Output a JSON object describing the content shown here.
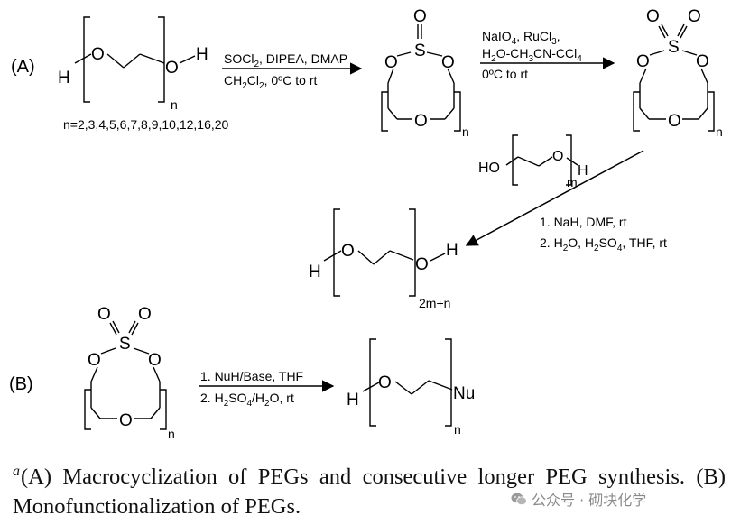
{
  "labels": {
    "partA": "(A)",
    "partB": "(B)"
  },
  "molecules": {
    "peg": {
      "H_left": "H",
      "O_left": "O",
      "O_right": "O",
      "H_right": "H",
      "sub": "n",
      "n_values": "n=2,3,4,5,6,7,8,9,10,12,16,20"
    },
    "sulfite": {
      "S": "S",
      "O_top": "O",
      "O_left": "O",
      "O_right": "O",
      "O_bottom": "O",
      "sub": "n"
    },
    "sulfate": {
      "S": "S",
      "O_1": "O",
      "O_2": "O",
      "O_left": "O",
      "O_right": "O",
      "O_bottom": "O",
      "sub": "n"
    },
    "peg_m": {
      "HO": "HO",
      "O": "O",
      "H": "H",
      "sub": "m"
    },
    "peg_long": {
      "H_left": "H",
      "O_left": "O",
      "O_right": "O",
      "H_right": "H",
      "sub": "2m+n"
    },
    "sulfate_b": {
      "S": "S",
      "O_1": "O",
      "O_2": "O",
      "O_left": "O",
      "O_right": "O",
      "O_bottom": "O",
      "sub": "n"
    },
    "product_b": {
      "H": "H",
      "O": "O",
      "Nu": "Nu",
      "sub": "n"
    }
  },
  "reagents": {
    "step1": {
      "line1": "SOCl",
      "line1_sub": "2",
      "line1_rest": ", DIPEA, DMAP",
      "line2": "CH",
      "line2_sub1": "2",
      "line2_mid": "Cl",
      "line2_sub2": "2",
      "line2_rest": ", 0ºC to rt"
    },
    "step2": {
      "line1": "NaIO",
      "line1_sub1": "4",
      "line1_mid": ", RuCl",
      "line1_sub2": "3",
      "line1_end": ",",
      "line2": "H",
      "line2_sub1": "2",
      "line2_mid": "O-CH",
      "line2_sub2": "3",
      "line2_mid2": "CN-CCl",
      "line2_sub3": "4",
      "line3": "0ºC to rt"
    },
    "step3": {
      "line1": "1. NaH, DMF, rt",
      "line2": "2. H",
      "line2_sub1": "2",
      "line2_mid": "O, H",
      "line2_sub2": "2",
      "line2_mid2": "SO",
      "line2_sub3": "4",
      "line2_rest": ", THF, rt"
    },
    "stepB": {
      "line1": "1. NuH/Base, THF",
      "line2": "2. H",
      "line2_sub1": "2",
      "line2_mid": "SO",
      "line2_sub2": "4",
      "line2_mid2": "/H",
      "line2_sub3": "2",
      "line2_rest": "O, rt"
    }
  },
  "caption": {
    "marker": "a",
    "text": "(A) Macrocyclization of PEGs and consecutive longer PEG synthesis. (B) Monofunctionalization of PEGs."
  },
  "watermark": {
    "text": "公众号 · 砌块化学",
    "icon": "wechat-icon"
  }
}
